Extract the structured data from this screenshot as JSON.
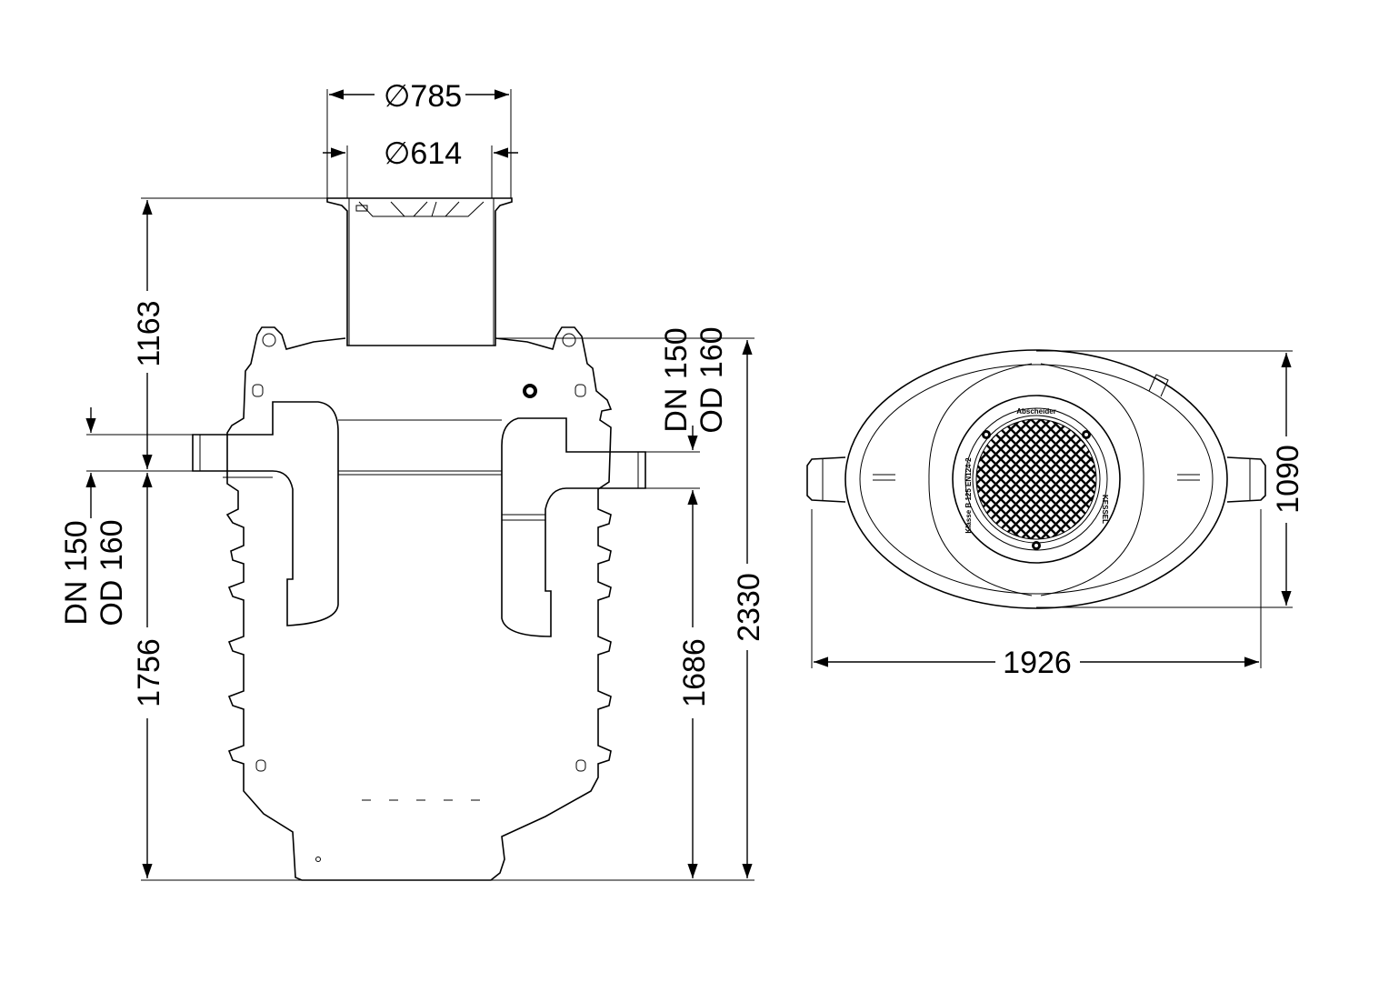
{
  "dimensions": {
    "outer_frame_diameter": "∅785",
    "inner_frame_diameter": "∅614",
    "shaft_height": "1163",
    "inlet_height": "1756",
    "outlet_height": "1686",
    "total_height": "2330",
    "top_view_width": "1090",
    "top_view_length": "1926"
  },
  "inlet": {
    "dn": "DN 150",
    "od": "OD 160"
  },
  "outlet": {
    "dn": "DN 150",
    "od": "OD 160"
  },
  "cover": {
    "top_text": "Abscheider",
    "class_text": "Klasse B 125 EN124-2",
    "brand_text": "KESSEL"
  },
  "colors": {
    "line": "#000000",
    "background": "#ffffff"
  }
}
